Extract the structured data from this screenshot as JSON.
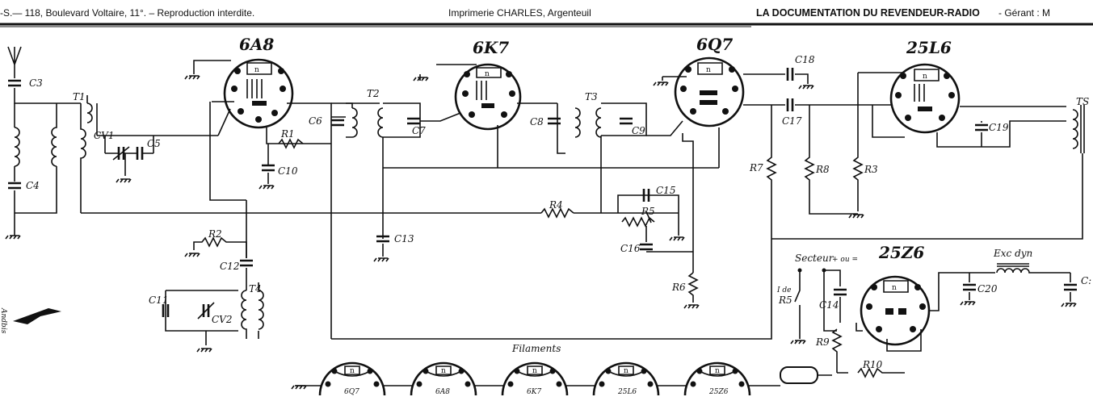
{
  "header": {
    "left": "-S.— 118, Boulevard Voltaire, 11°. – Reproduction interdite.",
    "center": "Imprimerie CHARLES, Argenteuil",
    "right": "LA DOCUMENTATION DU REVENDEUR-RADIO",
    "right_tail": "- Gérant : M"
  },
  "tubes": {
    "v1": "6A8",
    "v2": "6K7",
    "v3": "6Q7",
    "v4": "25L6",
    "rect": "25Z6"
  },
  "labels": {
    "c3": "C3",
    "c4": "C4",
    "t1": "T1",
    "cv1": "CV1",
    "c5": "C5",
    "r1": "R1",
    "c10": "C10",
    "c6": "C6",
    "t2": "T2",
    "c7": "C7",
    "c8": "C8",
    "t3": "T3",
    "c9": "C9",
    "c18": "C18",
    "c17": "C17",
    "c19": "C19",
    "ts": "TS",
    "r7": "R7",
    "r8": "R8",
    "r3": "R3",
    "c15": "C15",
    "r4": "R4",
    "r5": "R5",
    "c13": "C13",
    "c16": "C16",
    "r6": "R6",
    "r2": "R2",
    "c12": "C12",
    "t4": "T4",
    "c11": "C11",
    "cv2": "CV2",
    "secteur": "Secteur",
    "secteur_v": "+ ou =",
    "i_de": "I de",
    "r5b": "R5",
    "c14": "C14",
    "r9": "R9",
    "r10": "R10",
    "exc": "Exc dyn",
    "c20": "C20",
    "c21": "C:",
    "filaments": "Filaments",
    "side": "Andbis"
  },
  "filaments": [
    "6Q7",
    "6A8",
    "6K7",
    "25L6",
    "25Z6"
  ],
  "pin_mark": "n"
}
